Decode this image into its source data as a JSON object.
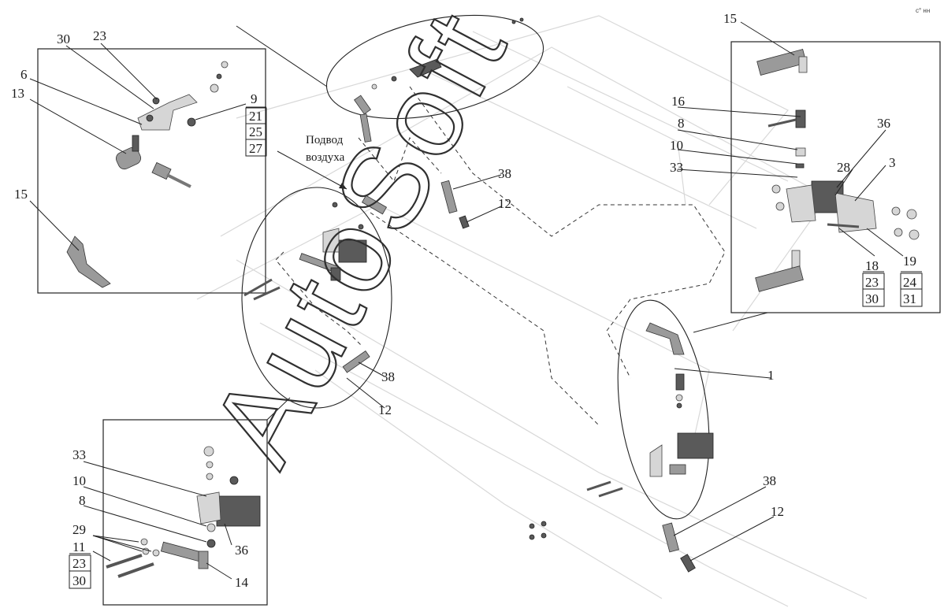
{
  "callouts": [
    {
      "id": "c15-top",
      "text": "15"
    },
    {
      "id": "c16",
      "text": "16"
    },
    {
      "id": "c8-right",
      "text": "8"
    },
    {
      "id": "c10-right",
      "text": "10"
    },
    {
      "id": "c33-right",
      "text": "33"
    },
    {
      "id": "c36-right",
      "text": "36"
    },
    {
      "id": "c28",
      "text": "28"
    },
    {
      "id": "c3",
      "text": "3"
    },
    {
      "id": "c18",
      "text": "18"
    },
    {
      "id": "c23-right",
      "text": "23"
    },
    {
      "id": "c30-right",
      "text": "30"
    },
    {
      "id": "c19",
      "text": "19"
    },
    {
      "id": "c24",
      "text": "24"
    },
    {
      "id": "c31",
      "text": "31"
    },
    {
      "id": "c30-topleft",
      "text": "30"
    },
    {
      "id": "c23-topleft",
      "text": "23"
    },
    {
      "id": "c6",
      "text": "6"
    },
    {
      "id": "c13",
      "text": "13"
    },
    {
      "id": "c9",
      "text": "9"
    },
    {
      "id": "c21",
      "text": "21"
    },
    {
      "id": "c25",
      "text": "25"
    },
    {
      "id": "c27",
      "text": "27"
    },
    {
      "id": "c15-left",
      "text": "15"
    },
    {
      "id": "c38-mid",
      "text": "38"
    },
    {
      "id": "c12-mid",
      "text": "12"
    },
    {
      "id": "c38-left",
      "text": "38"
    },
    {
      "id": "c12-left",
      "text": "12"
    },
    {
      "id": "c1",
      "text": "1"
    },
    {
      "id": "c38-bottom",
      "text": "38"
    },
    {
      "id": "c12-bottom",
      "text": "12"
    },
    {
      "id": "c33-bl",
      "text": "33"
    },
    {
      "id": "c10-bl",
      "text": "10"
    },
    {
      "id": "c8-bl",
      "text": "8"
    },
    {
      "id": "c29",
      "text": "29"
    },
    {
      "id": "c11",
      "text": "11"
    },
    {
      "id": "c23-bl",
      "text": "23"
    },
    {
      "id": "c30-bl",
      "text": "30"
    },
    {
      "id": "c36-bl",
      "text": "36"
    },
    {
      "id": "c14",
      "text": "14"
    }
  ],
  "air_supply_label": [
    "Подвод",
    "воздуха"
  ],
  "watermark": "AutoSoft",
  "corner_mark": "с° нн"
}
